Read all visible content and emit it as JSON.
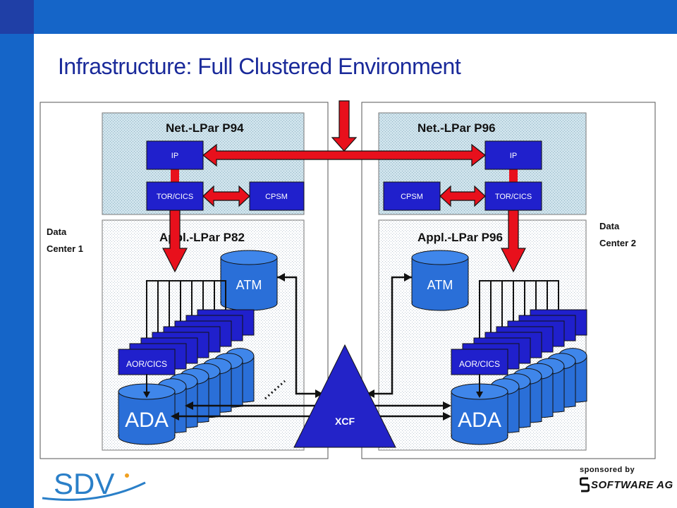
{
  "slide": {
    "title": "Infrastructure:  Full Clustered Environment"
  },
  "data_centers": [
    {
      "line1": "Data",
      "line2": "Center 1"
    },
    {
      "line1": "Data",
      "line2": "Center 2"
    }
  ],
  "net_lpars": [
    {
      "title": "Net.-LPar P94",
      "ip": "IP",
      "tor": "TOR/CICS",
      "cpsm": "CPSM"
    },
    {
      "title": "Net.-LPar P96",
      "ip": "IP",
      "tor": "TOR/CICS",
      "cpsm": "CPSM"
    }
  ],
  "appl_lpars": [
    {
      "title": "Appl.-LPar P82",
      "atm": "ATM",
      "aor": "AOR/CICS",
      "ada": "ADA"
    },
    {
      "title": "Appl.-LPar P96",
      "atm": "ATM",
      "aor": "AOR/CICS",
      "ada": "ADA"
    }
  ],
  "xcf": {
    "label": "XCF"
  },
  "logos": {
    "sdv": "SDV",
    "sponsored_by": "sponsored by",
    "software_ag": "SOFTWARE AG"
  },
  "colors": {
    "header_blue": "#1565c8",
    "box_blue": "#2020cc",
    "cylinder_blue": "#2a6fd8",
    "arrow_red": "#e8101c",
    "xcf_blue": "#2323c8",
    "title_blue": "#1a2a9a"
  }
}
